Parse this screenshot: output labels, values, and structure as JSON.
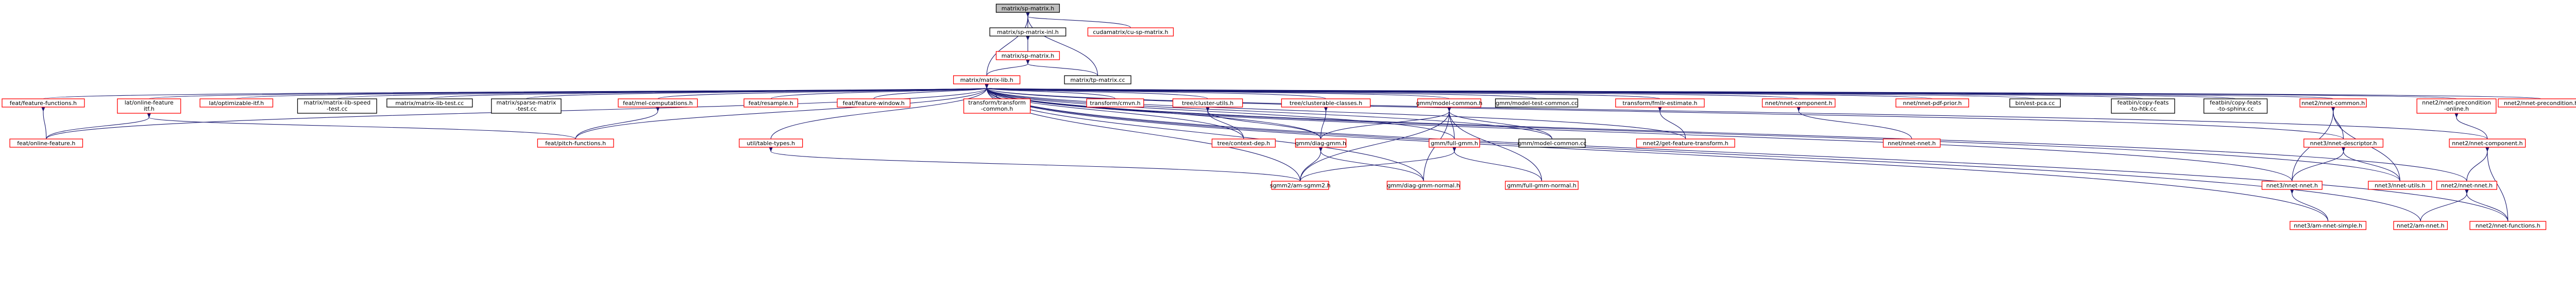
{
  "colors": {
    "edge": "#191970",
    "root_fill": "#bfbfbf",
    "root_stroke": "#000000",
    "red_stroke": "#ff0000",
    "black_stroke": "#000000",
    "text": "#000000"
  },
  "nodes": [
    {
      "id": "root",
      "label": "matrix/sp-matrix.h",
      "style": "root"
    },
    {
      "id": "ctm",
      "label": "matrix/sp-matrix-inl.h",
      "style": "black"
    },
    {
      "id": "cucu",
      "label": "cudamatrix/cu-sp-matrix.h",
      "style": "red"
    },
    {
      "id": "mspm",
      "label": "matrix/sp-matrix.h",
      "style": "red"
    },
    {
      "id": "mlib",
      "label": "matrix/matrix-lib.h",
      "style": "red"
    },
    {
      "id": "tpcc",
      "label": "matrix/tp-matrix.cc",
      "style": "black"
    },
    {
      "id": "n1",
      "label": "feat/feature-functions.h",
      "style": "red"
    },
    {
      "id": "n2",
      "label": "lat/online-feature\nitf.h",
      "style": "red"
    },
    {
      "id": "n3",
      "label": "lat/optimizable-itf.h",
      "style": "red"
    },
    {
      "id": "n4",
      "label": "matrix/matrix-lib-speed\n-test.cc",
      "style": "black"
    },
    {
      "id": "n5",
      "label": "matrix/matrix-lib-test.cc",
      "style": "black"
    },
    {
      "id": "n6",
      "label": "matrix/sparse-matrix\n-test.cc",
      "style": "black"
    },
    {
      "id": "n7",
      "label": "feat/mel-computations.h",
      "style": "red"
    },
    {
      "id": "n8",
      "label": "feat/resample.h",
      "style": "red"
    },
    {
      "id": "n9",
      "label": "feat/feature-window.h",
      "style": "red"
    },
    {
      "id": "n10",
      "label": "transform/transform\n-common.h",
      "style": "red"
    },
    {
      "id": "n11",
      "label": "transform/cmvn.h",
      "style": "red"
    },
    {
      "id": "n12",
      "label": "tree/cluster-utils.h",
      "style": "red"
    },
    {
      "id": "n13",
      "label": "tree/clusterable-classes.h",
      "style": "red"
    },
    {
      "id": "n14",
      "label": "gmm/model-common.h",
      "style": "red"
    },
    {
      "id": "n15",
      "label": "gmm/model-test-common.cc",
      "style": "black"
    },
    {
      "id": "n16",
      "label": "transform/fmllr-estimate.h",
      "style": "red"
    },
    {
      "id": "n17",
      "label": "nnet/nnet-component.h",
      "style": "red"
    },
    {
      "id": "n18",
      "label": "nnet/nnet-pdf-prior.h",
      "style": "red"
    },
    {
      "id": "n19",
      "label": "bin/est-pca.cc",
      "style": "black"
    },
    {
      "id": "n20",
      "label": "featbin/copy-feats\n-to-htk.cc",
      "style": "black"
    },
    {
      "id": "n21",
      "label": "featbin/copy-feats\n-to-sphinx.cc",
      "style": "black"
    },
    {
      "id": "n22",
      "label": "nnet2/nnet-common.h",
      "style": "red"
    },
    {
      "id": "n23",
      "label": "nnet2/nnet-precondition\n-online.h",
      "style": "red"
    },
    {
      "id": "n24",
      "label": "nnet2/nnet-precondition.h",
      "style": "red"
    },
    {
      "id": "n25",
      "label": "feat/online-feature.h",
      "style": "red"
    },
    {
      "id": "n26",
      "label": "feat/pitch-functions.h",
      "style": "red"
    },
    {
      "id": "n27",
      "label": "util/table-types.h",
      "style": "red"
    },
    {
      "id": "n28",
      "label": "tree/context-dep.h",
      "style": "red"
    },
    {
      "id": "n29",
      "label": "gmm/diag-gmm.h",
      "style": "red"
    },
    {
      "id": "n30",
      "label": "gmm/full-gmm.h",
      "style": "red"
    },
    {
      "id": "n31",
      "label": "gmm/model-common.cc",
      "style": "black"
    },
    {
      "id": "n32",
      "label": "nnet2/get-feature-transform.h",
      "style": "red"
    },
    {
      "id": "n33",
      "label": "nnet/nnet-nnet.h",
      "style": "red"
    },
    {
      "id": "n34",
      "label": "nnet3/nnet-descriptor.h",
      "style": "red"
    },
    {
      "id": "n35",
      "label": "nnet2/nnet-component.h",
      "style": "red"
    },
    {
      "id": "n36",
      "label": "sgmm2/am-sgmm2.h",
      "style": "red"
    },
    {
      "id": "n37",
      "label": "gmm/diag-gmm-normal.h",
      "style": "red"
    },
    {
      "id": "n38",
      "label": "gmm/full-gmm-normal.h",
      "style": "red"
    },
    {
      "id": "n39",
      "label": "nnet3/nnet-nnet.h",
      "style": "red"
    },
    {
      "id": "n40",
      "label": "nnet3/nnet-utils.h",
      "style": "red"
    },
    {
      "id": "n41",
      "label": "nnet2/nnet-nnet.h",
      "style": "red"
    },
    {
      "id": "n42",
      "label": "nnet3/am-nnet-simple.h",
      "style": "red"
    },
    {
      "id": "n43",
      "label": "nnet2/am-nnet.h",
      "style": "red"
    },
    {
      "id": "n44",
      "label": "nnet2/nnet-functions.h",
      "style": "red"
    }
  ],
  "edges": [
    [
      "root",
      "ctm"
    ],
    [
      "root",
      "cucu"
    ],
    [
      "root",
      "tpcc"
    ],
    [
      "root",
      "mlib"
    ],
    [
      "ctm",
      "mspm"
    ],
    [
      "mspm",
      "mlib"
    ],
    [
      "mspm",
      "tpcc"
    ],
    [
      "mlib",
      "n1"
    ],
    [
      "mlib",
      "n2"
    ],
    [
      "mlib",
      "n3"
    ],
    [
      "mlib",
      "n4"
    ],
    [
      "mlib",
      "n5"
    ],
    [
      "mlib",
      "n6"
    ],
    [
      "mlib",
      "n7"
    ],
    [
      "mlib",
      "n8"
    ],
    [
      "mlib",
      "n9"
    ],
    [
      "mlib",
      "n10"
    ],
    [
      "mlib",
      "n11"
    ],
    [
      "mlib",
      "n12"
    ],
    [
      "mlib",
      "n13"
    ],
    [
      "mlib",
      "n14"
    ],
    [
      "mlib",
      "n15"
    ],
    [
      "mlib",
      "n16"
    ],
    [
      "mlib",
      "n17"
    ],
    [
      "mlib",
      "n18"
    ],
    [
      "mlib",
      "n19"
    ],
    [
      "mlib",
      "n20"
    ],
    [
      "mlib",
      "n21"
    ],
    [
      "mlib",
      "n22"
    ],
    [
      "mlib",
      "n23"
    ],
    [
      "mlib",
      "n24"
    ],
    [
      "mlib",
      "n25"
    ],
    [
      "mlib",
      "n26"
    ],
    [
      "mlib",
      "n27"
    ],
    [
      "mlib",
      "n28"
    ],
    [
      "mlib",
      "n29"
    ],
    [
      "mlib",
      "n30"
    ],
    [
      "mlib",
      "n31"
    ],
    [
      "mlib",
      "n32"
    ],
    [
      "mlib",
      "n34"
    ],
    [
      "mlib",
      "n35"
    ],
    [
      "mlib",
      "n39"
    ],
    [
      "mlib",
      "n40"
    ],
    [
      "mlib",
      "n41"
    ],
    [
      "mlib",
      "n42"
    ],
    [
      "mlib",
      "n43"
    ],
    [
      "mlib",
      "n44"
    ],
    [
      "mlib",
      "n36"
    ],
    [
      "mlib",
      "n37"
    ],
    [
      "n1",
      "n25"
    ],
    [
      "n2",
      "n25"
    ],
    [
      "n2",
      "n26"
    ],
    [
      "n7",
      "n26"
    ],
    [
      "n12",
      "n28"
    ],
    [
      "n12",
      "n29"
    ],
    [
      "n13",
      "n29"
    ],
    [
      "n14",
      "n29"
    ],
    [
      "n14",
      "n30"
    ],
    [
      "n14",
      "n31"
    ],
    [
      "n14",
      "n36"
    ],
    [
      "n14",
      "n37"
    ],
    [
      "n14",
      "n38"
    ],
    [
      "n29",
      "n36"
    ],
    [
      "n29",
      "n37"
    ],
    [
      "n30",
      "n36"
    ],
    [
      "n30",
      "n38"
    ],
    [
      "n27",
      "n36"
    ],
    [
      "n16",
      "n32"
    ],
    [
      "n17",
      "n33"
    ],
    [
      "n22",
      "n34"
    ],
    [
      "n22",
      "n39"
    ],
    [
      "n22",
      "n40"
    ],
    [
      "n34",
      "n39"
    ],
    [
      "n34",
      "n40"
    ],
    [
      "n39",
      "n42"
    ],
    [
      "n23",
      "n35"
    ],
    [
      "n35",
      "n41"
    ],
    [
      "n35",
      "n44"
    ],
    [
      "n41",
      "n43"
    ],
    [
      "n41",
      "n44"
    ]
  ]
}
